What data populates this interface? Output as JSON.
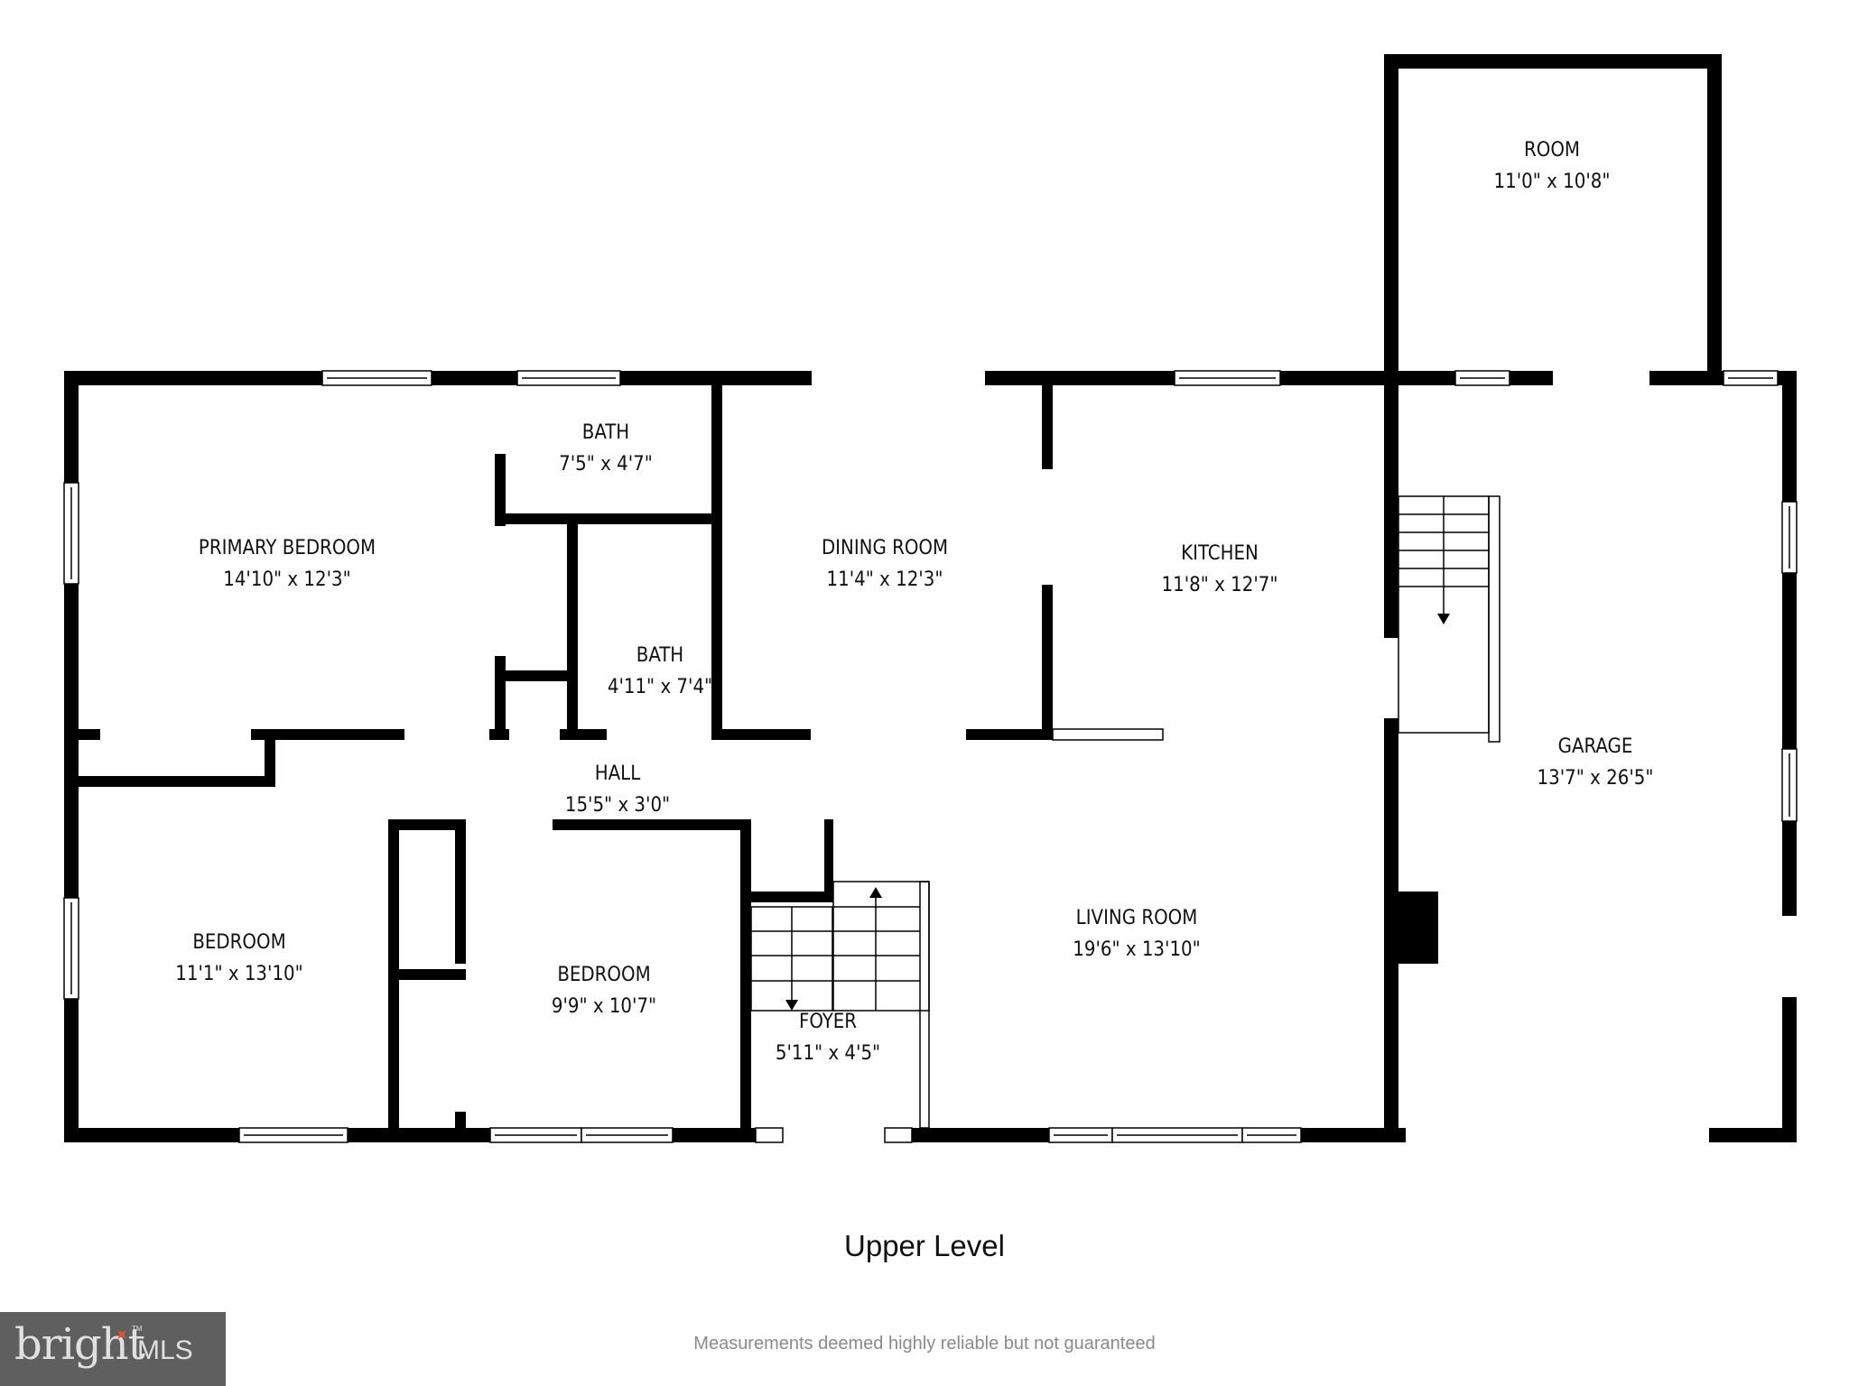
{
  "plan": {
    "level_title": "Upper Level",
    "disclaimer": "Measurements deemed highly reliable but not guaranteed",
    "wall_color": "#000000",
    "background": "#ffffff"
  },
  "rooms": [
    {
      "name": "PRIMARY BEDROOM",
      "dims": "14'10\" x 12'3\""
    },
    {
      "name": "BATH",
      "dims": "7'5\" x 4'7\""
    },
    {
      "name": "BATH",
      "dims": "4'11\" x 7'4\""
    },
    {
      "name": "DINING ROOM",
      "dims": "11'4\" x 12'3\""
    },
    {
      "name": "KITCHEN",
      "dims": "11'8\" x 12'7\""
    },
    {
      "name": "ROOM",
      "dims": "11'0\" x 10'8\""
    },
    {
      "name": "GARAGE",
      "dims": "13'7\" x 26'5\""
    },
    {
      "name": "HALL",
      "dims": "15'5\" x 3'0\""
    },
    {
      "name": "BEDROOM",
      "dims": "11'1\" x 13'10\""
    },
    {
      "name": "BEDROOM",
      "dims": "9'9\" x 10'7\""
    },
    {
      "name": "FOYER",
      "dims": "5'11\" x 4'5\""
    },
    {
      "name": "LIVING ROOM",
      "dims": "19'6\" x 13'10\""
    }
  ],
  "logo": {
    "word": "bright",
    "suffix": "MLS",
    "trademark": "TM",
    "background": "#5f5f5f",
    "accent": "#e0542a"
  }
}
